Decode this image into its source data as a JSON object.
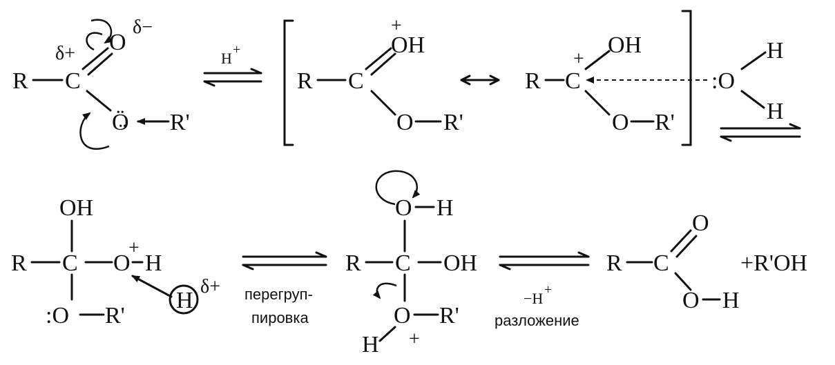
{
  "atoms": {
    "R": "R",
    "C": "C",
    "O": "O",
    "O_lone": "Ö",
    "R_prime": "R'",
    "OH": "OH",
    "H": "H",
    "colon_O": ":O",
    "R_prime_OH": "+R'OH",
    "plus": "+"
  },
  "charges": {
    "delta_plus": "δ+",
    "delta_minus": "δ−",
    "plus": "+"
  },
  "reagents": {
    "h_plus": "H",
    "h_plus_sup": "+",
    "minus_h_plus": "−H",
    "minus_h_plus_sup": "+"
  },
  "labels": {
    "rearrangement_line1": "перегруп-",
    "rearrangement_line2": "пировка",
    "decomposition": "разложение"
  }
}
